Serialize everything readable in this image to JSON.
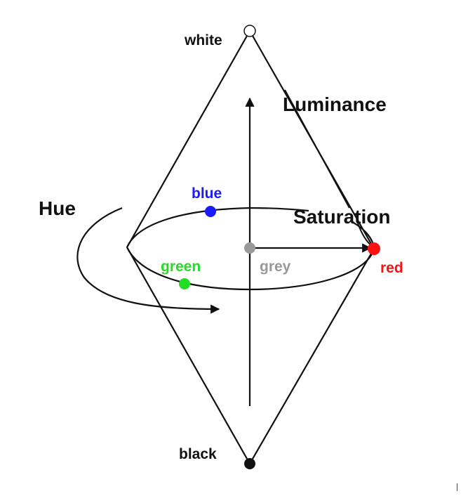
{
  "labels": {
    "white": "white",
    "black": "black",
    "luminance": "Luminance",
    "hue": "Hue",
    "saturation": "Saturation",
    "blue": "blue",
    "green": "green",
    "grey": "grey",
    "red": "red"
  },
  "colors": {
    "line": "#111111",
    "blue": "#1a1aff",
    "green": "#22dd22",
    "grey": "#999999",
    "red": "#ff1111",
    "white_point": "#ffffff",
    "black_point": "#111111"
  }
}
